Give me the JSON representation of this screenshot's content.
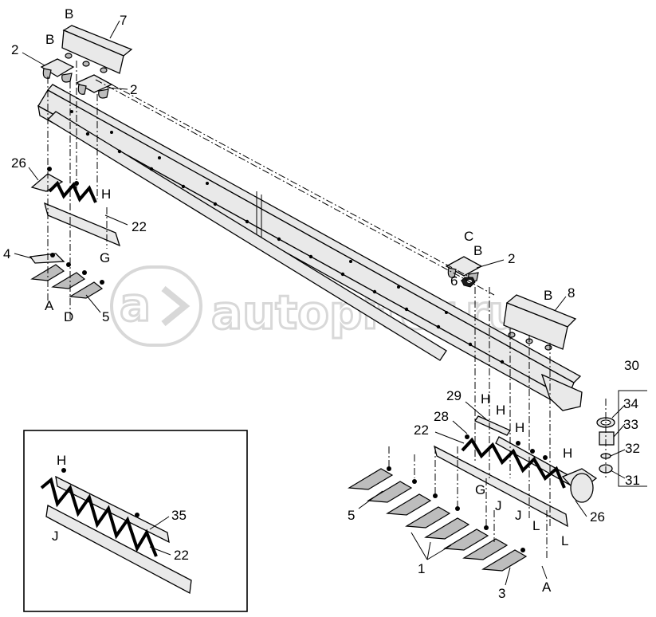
{
  "watermark": {
    "text": "autopiter.ru"
  },
  "labels": {
    "B_top": "B",
    "n7": "7",
    "B_left": "B",
    "n2_left": "2",
    "n2_mid": "2",
    "n26_left": "26",
    "H_left": "H",
    "n22_left": "22",
    "G_left": "G",
    "n4": "4",
    "A_left": "A",
    "D_left": "D",
    "n5_left": "5",
    "C_right": "C",
    "B_right": "B",
    "n2_right": "2",
    "n6": "6",
    "B_right2": "B",
    "n8": "8",
    "n30": "30",
    "n34": "34",
    "n33": "33",
    "n32": "32",
    "n31": "31",
    "n29": "29",
    "H_r1": "H",
    "H_r2": "H",
    "H_r3": "H",
    "H_r4": "H",
    "n28": "28",
    "n22_right": "22",
    "n5_right": "5",
    "G_right": "G",
    "J_r1": "J",
    "J_r2": "J",
    "L_r1": "L",
    "L_r2": "L",
    "n26_right": "26",
    "n1": "1",
    "n3": "3",
    "A_right": "A",
    "inset_H": "H",
    "inset_J": "J",
    "n35": "35",
    "inset_22": "22"
  }
}
